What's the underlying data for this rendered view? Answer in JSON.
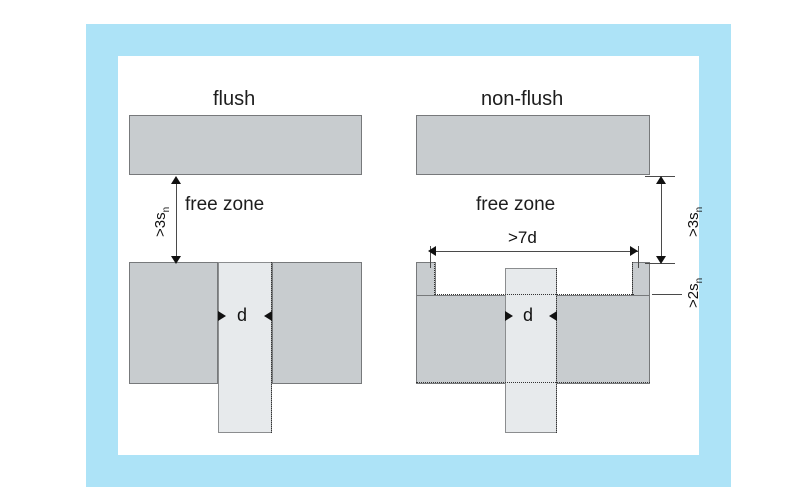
{
  "diagram": {
    "title_flush": "flush",
    "title_nonflush": "non-flush",
    "free_zone_left": "free zone",
    "free_zone_right": "free zone",
    "dim_left_vertical": ">3s",
    "dim_left_vertical_sub": "n",
    "dim_left_diameter": "d",
    "dim_right_vertical_top": ">3s",
    "dim_right_vertical_top_sub": "n",
    "dim_right_vertical_bottom": ">2s",
    "dim_right_vertical_bottom_sub": "n",
    "dim_right_width": ">7d",
    "dim_right_diameter": "d"
  },
  "colors": {
    "frame": "#ade3f7",
    "background": "#ffffff",
    "block_fill": "#c8cccf",
    "block_stroke": "#77797b",
    "sensor_fill": "#e7eaec",
    "sensor_stroke": "#8b8d8f",
    "dimension_line": "#4a4a4a",
    "text": "#1d1d1d"
  }
}
